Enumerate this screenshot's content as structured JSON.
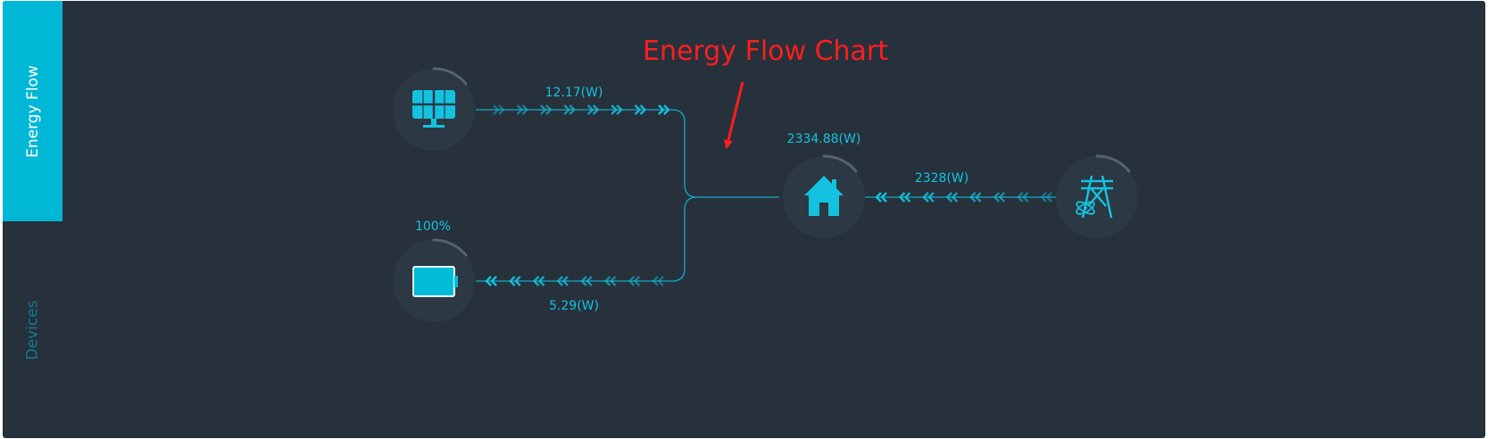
{
  "sidebar": {
    "tabs": [
      {
        "label": "Energy Flow",
        "active": true
      },
      {
        "label": "Devices",
        "active": false
      }
    ]
  },
  "annotation": {
    "text": "Energy Flow Chart",
    "color": "#ff1e1e"
  },
  "nodes": {
    "solar": {
      "icon": "solar-panel-icon"
    },
    "battery": {
      "icon": "battery-icon",
      "level_label": "100%",
      "level": 1.0
    },
    "home": {
      "icon": "house-icon",
      "value_label": "2334.88(W)"
    },
    "grid": {
      "icon": "power-tower-icon"
    }
  },
  "flows": {
    "solar": {
      "label": "12.17(W)",
      "direction": "toward-home"
    },
    "battery": {
      "label": "5.29(W)",
      "direction": "toward-battery"
    },
    "grid": {
      "label": "2328(W)",
      "direction": "toward-home"
    }
  },
  "colors": {
    "background": "#26313c",
    "accent": "#00b7d6",
    "text_accent": "#14c2df",
    "node_circle": "#2c3843",
    "inactive_tab": "#0f7c8f"
  }
}
